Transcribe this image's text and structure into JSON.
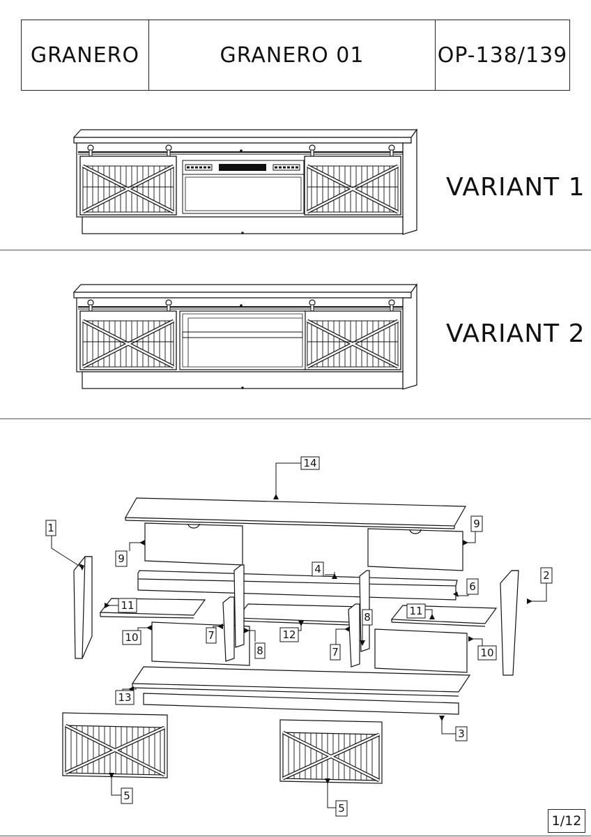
{
  "header": {
    "brand": "GRANERO",
    "model": "GRANERO 01",
    "code": "OP-138/139"
  },
  "variants": [
    {
      "label": "VARIANT 1"
    },
    {
      "label": "VARIANT 2"
    }
  ],
  "exploded_view": {
    "part_labels": [
      "14",
      "1",
      "9",
      "9",
      "4",
      "6",
      "2",
      "11",
      "11",
      "10",
      "7",
      "12",
      "8",
      "8",
      "7",
      "10",
      "13",
      "3",
      "5",
      "5"
    ]
  },
  "footer": {
    "page": "1/12"
  }
}
